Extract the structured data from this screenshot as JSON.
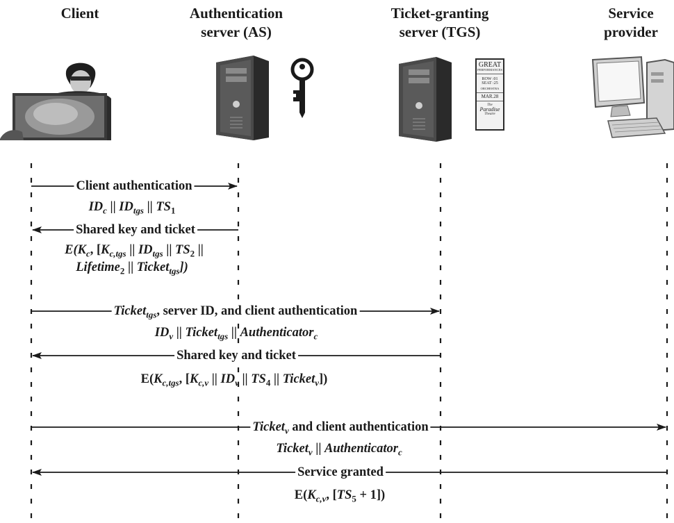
{
  "actors": {
    "client": {
      "lines": [
        "Client"
      ]
    },
    "as": {
      "lines": [
        "Authentication",
        "server (AS)"
      ]
    },
    "tgs": {
      "lines": [
        "Ticket-granting",
        "server (TGS)"
      ]
    },
    "sp": {
      "lines": [
        "Service",
        "provider"
      ]
    }
  },
  "ticket_stub": {
    "line1": "GREAT",
    "line2": "PERFORMANCES",
    "row": "ROW :01",
    "seat": "SEAT :25",
    "section": "ORCHESTRA",
    "date": "MAR.28",
    "venue_small": "The",
    "venue_script": "Paradise",
    "venue_sub": "Theatre"
  },
  "messages": {
    "m1_label": "Client authentication",
    "m2_label": "Shared key and ticket",
    "m3_label_post": ", server ID, and client authentication",
    "m4_label": "Shared key and ticket",
    "m5_label_post": " and client authentication",
    "m6_label": "Service granted"
  },
  "tokens": {
    "ID": "ID",
    "TS": "TS",
    "Ticket": "Ticket",
    "Authenticator": "Authenticator",
    "Lifetime": "Lifetime",
    "K": "K",
    "E": "E",
    "sub_c": "c",
    "sub_tgs": "tgs",
    "sub_v": "v",
    "sub_ctgs": "c,tgs",
    "sub_cv": "c,v",
    "n1": "1",
    "n2": "2",
    "n4": "4",
    "n5": "5",
    "sep": " || ",
    "comma": ", ",
    "open_paren": "(",
    "close_paren": ")",
    "open_brack": "[",
    "close_brack": "]",
    "close_all": "])",
    "close_all_paren": "])",
    "plus_one": " + 1"
  }
}
